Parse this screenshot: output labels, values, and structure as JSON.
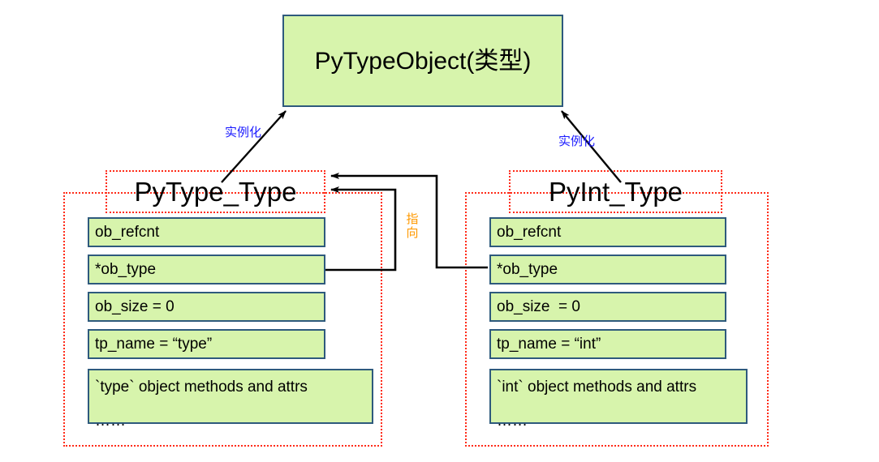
{
  "diagram": {
    "title_box": {
      "label": "PyTypeObject(类型)"
    },
    "edges": [
      {
        "name": "instantiate-left",
        "label": "实例化"
      },
      {
        "name": "instantiate-right",
        "label": "实例化"
      },
      {
        "name": "points-to",
        "label": "指向"
      }
    ],
    "panels": [
      {
        "id": "pytype-type",
        "title": "PyType_Type",
        "fields": [
          {
            "name": "ob_refcnt",
            "lines": [
              "ob_refcnt"
            ]
          },
          {
            "name": "ob_type",
            "lines": [
              "*ob_type"
            ]
          },
          {
            "name": "ob_size",
            "lines": [
              "ob_size = 0"
            ]
          },
          {
            "name": "tp_name",
            "lines": [
              "tp_name = “type”"
            ]
          },
          {
            "name": "methods",
            "lines": [
              "`type` object methods and attrs",
              "……"
            ]
          }
        ]
      },
      {
        "id": "pyint-type",
        "title": "PyInt_Type",
        "fields": [
          {
            "name": "ob_refcnt",
            "lines": [
              "ob_refcnt"
            ]
          },
          {
            "name": "ob_type",
            "lines": [
              "*ob_type"
            ]
          },
          {
            "name": "ob_size",
            "lines": [
              "ob_size  = 0"
            ]
          },
          {
            "name": "tp_name",
            "lines": [
              "tp_name = “int”"
            ]
          },
          {
            "name": "methods",
            "lines": [
              "`int` object methods and attrs",
              "……"
            ]
          }
        ]
      }
    ],
    "colors": {
      "box_fill": "#d7f4ac",
      "box_border": "#2e5a7d",
      "group_border": "#ff2b18",
      "instantiate_label": "#1a1aff",
      "points_to_label": "#ff9900",
      "connector": "#000000",
      "background": "#ffffff"
    }
  }
}
